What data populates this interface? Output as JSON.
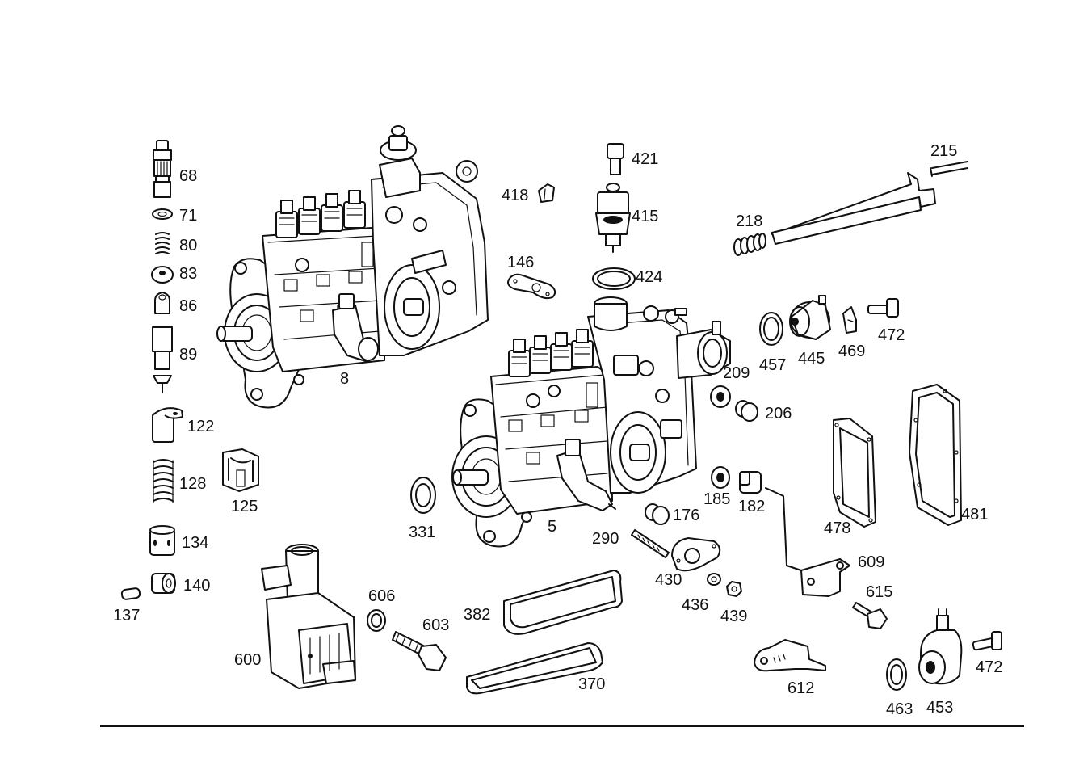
{
  "diagram": {
    "labels": {
      "p68": "68",
      "p71": "71",
      "p80": "80",
      "p83": "83",
      "p86": "86",
      "p89": "89",
      "p122": "122",
      "p125": "125",
      "p128": "128",
      "p134": "134",
      "p137": "137",
      "p140": "140",
      "p8": "8",
      "p5": "5",
      "p418": "418",
      "p421": "421",
      "p415": "415",
      "p424": "424",
      "p146": "146",
      "p215": "215",
      "p218": "218",
      "p457": "457",
      "p445": "445",
      "p469": "469",
      "p472a": "472",
      "p209": "209",
      "p206": "206",
      "p185": "185",
      "p182": "182",
      "p478": "478",
      "p481": "481",
      "p331": "331",
      "p176": "176",
      "p290": "290",
      "p430": "430",
      "p436": "436",
      "p439": "439",
      "p609": "609",
      "p615": "615",
      "p612": "612",
      "p463": "463",
      "p453": "453",
      "p472b": "472",
      "p600": "600",
      "p606": "606",
      "p603": "603",
      "p382": "382",
      "p370": "370"
    }
  }
}
